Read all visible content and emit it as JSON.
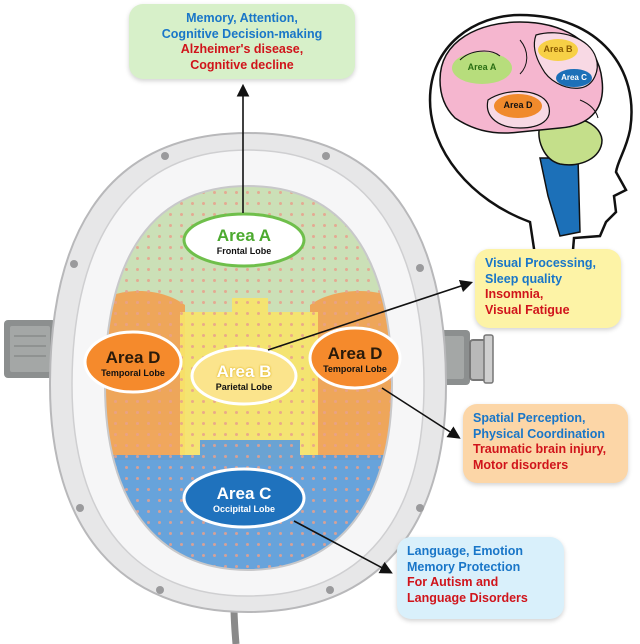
{
  "colors": {
    "area_a": "#9bd26a",
    "area_b": "#f5d637",
    "area_c": "#1c70b8",
    "area_d": "#f08a2c",
    "text_blue": "#1976c8",
    "text_red": "#d0141b"
  },
  "icons": [
    "brain-profile-icon",
    "arrow-icon"
  ],
  "areas": {
    "a": {
      "name": "Area A",
      "lobe": "Frontal Lobe"
    },
    "b": {
      "name": "Area B",
      "lobe": "Parietal Lobe"
    },
    "c": {
      "name": "Area C",
      "lobe": "Occipital Lobe"
    },
    "d_left": {
      "name": "Area D",
      "lobe": "Temporal Lobe"
    },
    "d_right": {
      "name": "Area D",
      "lobe": "Temporal Lobe"
    }
  },
  "brain_diagram": {
    "area_a": "Area A",
    "area_b": "Area B",
    "area_c": "Area C",
    "area_d": "Area D"
  },
  "callouts": {
    "a": {
      "functions": [
        "Memory, Attention,",
        "Cognitive Decision-making"
      ],
      "conditions": [
        "Alzheimer's disease,",
        "Cognitive decline"
      ]
    },
    "b": {
      "functions": [
        "Visual Processing,",
        "Sleep quality"
      ],
      "conditions": [
        "Insomnia,",
        "Visual Fatigue"
      ]
    },
    "d": {
      "functions": [
        "Spatial Perception,",
        "Physical Coordination"
      ],
      "conditions": [
        "Traumatic brain injury,",
        "Motor disorders"
      ]
    },
    "c": {
      "functions": [
        "Language, Emotion",
        "Memory Protection"
      ],
      "conditions": [
        "For Autism and",
        "Language Disorders"
      ]
    }
  }
}
